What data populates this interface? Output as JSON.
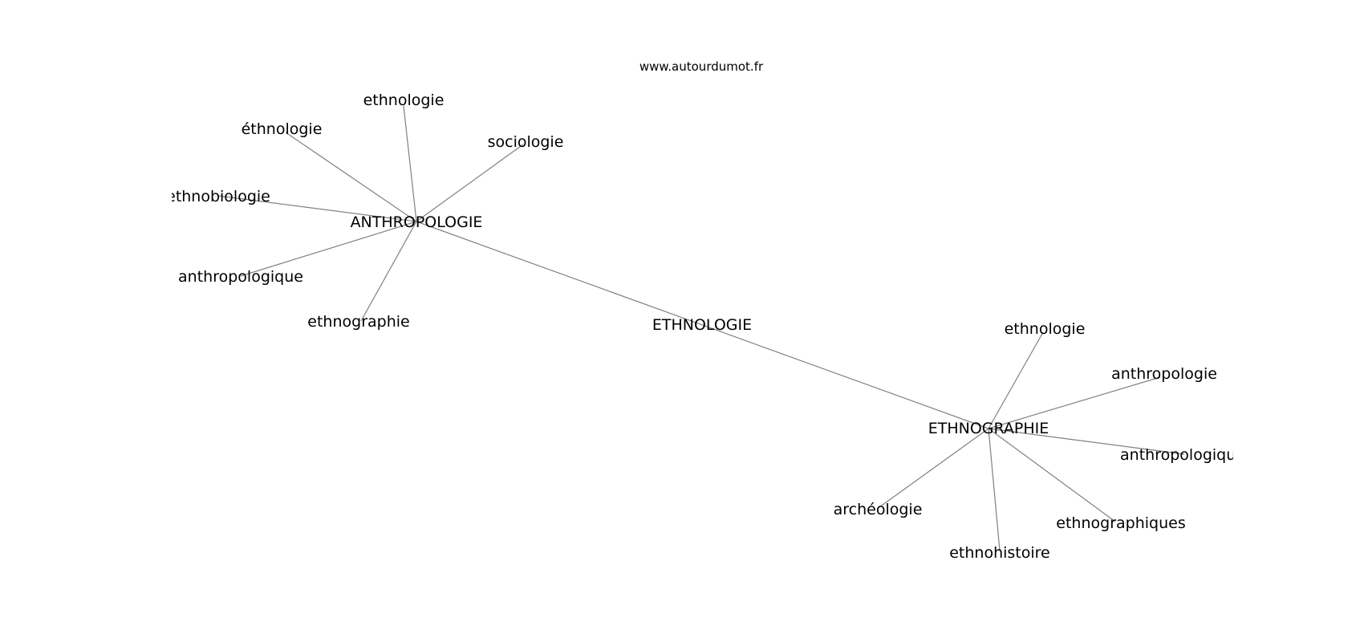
{
  "source": "www.autourdumot.fr",
  "center": "ETHNOLOGIE",
  "hubs": [
    {
      "label": "ANTHROPOLOGIE",
      "neighbors": [
        "ethnologie",
        "éthnologie",
        "sociologie",
        "ethnobiologie",
        "anthropologique",
        "ethnographie"
      ]
    },
    {
      "label": "ETHNOGRAPHIE",
      "neighbors": [
        "ethnologie",
        "anthropologie",
        "anthropologique",
        "archéologie",
        "ethnographiques",
        "ethnohistoire"
      ]
    }
  ]
}
